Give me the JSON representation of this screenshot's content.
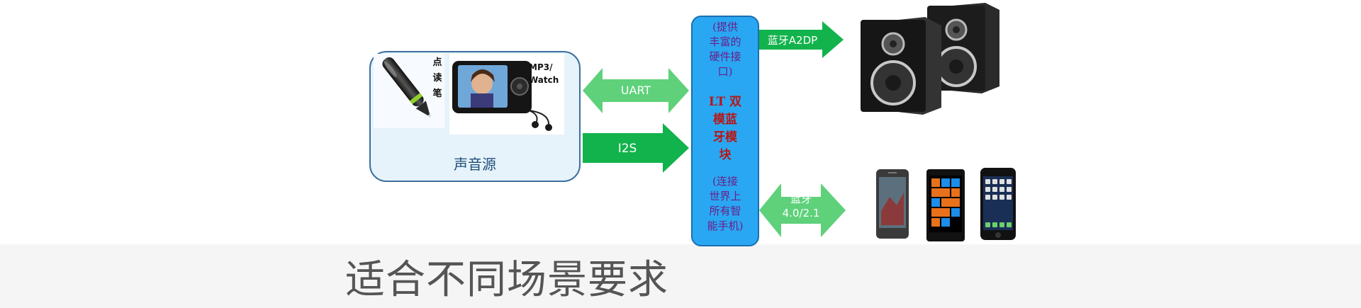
{
  "source": {
    "label": "声音源",
    "pen_label": "点读笔",
    "player_label": [
      "MP3/",
      "Watch"
    ]
  },
  "links": {
    "uart": "UART",
    "i2s": "I2S",
    "a2dp": "蓝牙A2DP",
    "bt_line1": "蓝牙",
    "bt_line2": "4.0/2.1"
  },
  "module": {
    "top_note": [
      "(提供",
      "丰富的",
      "硬件接",
      "口)"
    ],
    "name": [
      "LT 双",
      "模蓝",
      "牙模",
      "块"
    ],
    "bottom_note": [
      "(连接",
      "世界上",
      "所有智",
      "能手机)"
    ]
  },
  "caption": "适合不同场景要求",
  "colors": {
    "arrow_light_green": "#5ed17a",
    "arrow_green": "#12b34c",
    "module_blue": "#2aa7f2",
    "source_box": "#e6f3fb",
    "module_name": "#b81616",
    "module_note": "#6a1e8a"
  }
}
